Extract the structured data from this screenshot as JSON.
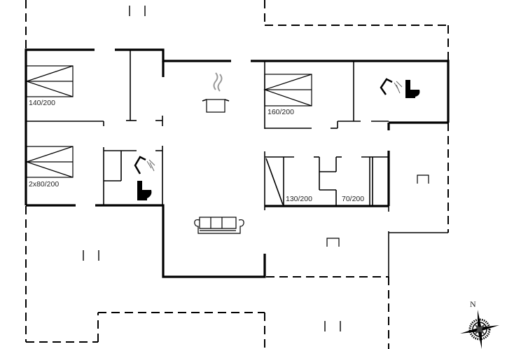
{
  "floorplan": {
    "rooms": [
      {
        "id": "bedroom-1",
        "bed_label": "140/200"
      },
      {
        "id": "bedroom-2",
        "bed_label": "2x80/200"
      },
      {
        "id": "bedroom-3",
        "bed_label": "160/200"
      },
      {
        "id": "bedroom-4",
        "bed_label": "130/200"
      },
      {
        "id": "bedroom-5",
        "bed_label": "70/200"
      }
    ],
    "icons": [
      "kitchen-pot-icon",
      "sofa-icon",
      "shower-icon",
      "toilet-icon",
      "shower-icon",
      "toilet-icon",
      "terrace-chair-icon",
      "terrace-chair-icon"
    ],
    "compass": {
      "north_label": "N"
    },
    "colors": {
      "wall": "#000000",
      "fixture": "#333333",
      "steam": "#999999",
      "background": "#ffffff"
    }
  }
}
